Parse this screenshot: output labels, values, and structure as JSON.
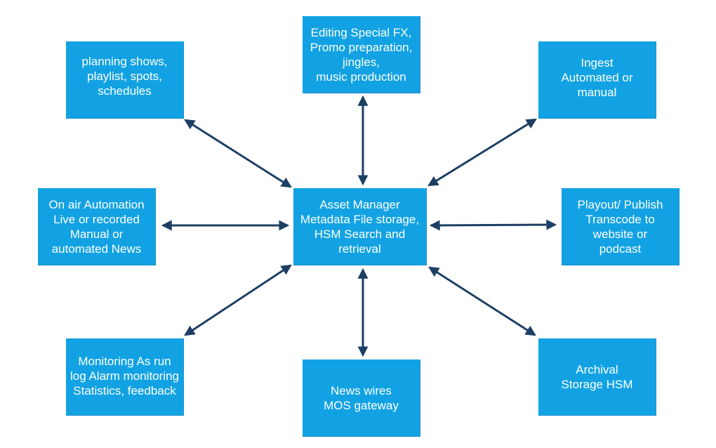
{
  "colors": {
    "box_fill": "#12a2e3",
    "arrow": "#1c3f63",
    "text": "#ffffff"
  },
  "center": {
    "label": "Asset Manager\nMetadata File storage,\nHSM Search and\nretrieval"
  },
  "nodes": {
    "planning": {
      "label": "planning shows,\nplaylist, spots,\nschedules"
    },
    "editing": {
      "label": "Editing Special FX,\nPromo preparation,\njingles,\nmusic production"
    },
    "ingest": {
      "label": "Ingest\nAutomated or\nmanual"
    },
    "on_air": {
      "label": "On air Automation\nLive or recorded\nManual or\nautomated News"
    },
    "playout": {
      "label": "Playout/ Publish\nTranscode to\nwebsite or\npodcast"
    },
    "monitoring": {
      "label": "Monitoring As run\nlog Alarm monitoring\nStatistics, feedback"
    },
    "news": {
      "label": "News wires\nMOS gateway"
    },
    "archival": {
      "label": "Archival\nStorage HSM"
    }
  }
}
